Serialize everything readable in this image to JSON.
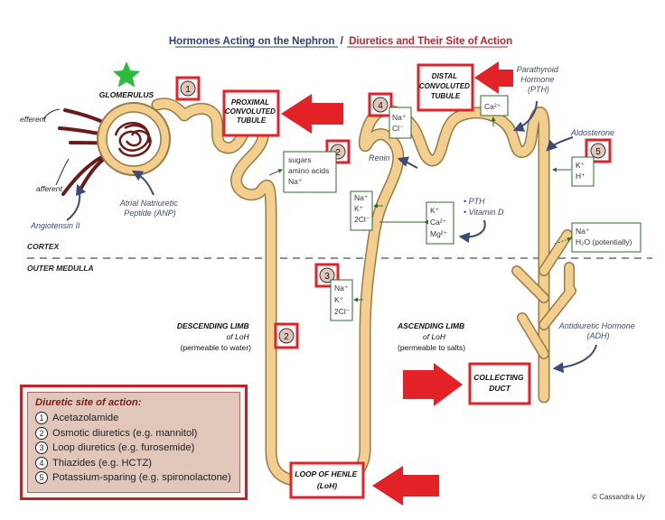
{
  "title": {
    "part1": "Hormones Acting on the Nephron",
    "separator": "/",
    "part2": "Diuretics and Their Site of Action"
  },
  "labels": {
    "glomerulus": "GLOMERULUS",
    "pct": [
      "PROXIMAL",
      "CONVOLUTED",
      "TUBULE"
    ],
    "dct": [
      "DISTAL",
      "CONVOLUTED",
      "TUBULE"
    ],
    "collecting": [
      "COLLECTING",
      "DUCT"
    ],
    "loop": [
      "LOOP OF HENLE",
      "(LoH)"
    ],
    "descending": [
      "DESCENDING LIMB",
      "of LoH",
      "(permeable to water)"
    ],
    "ascending": [
      "ASCENDING LIMB",
      "of LoH",
      "(permeable to salts)"
    ],
    "cortex": "CORTEX",
    "outer_medulla": "OUTER MEDULLA",
    "efferent": "efferent",
    "afferent": "afferent"
  },
  "hormones": {
    "angiotensin": "Angiotensin II",
    "anp": [
      "Atrial Natriuretic",
      "Peptide (ANP)"
    ],
    "renin": "Renin",
    "pth": [
      "Parathyroid",
      "Hormone",
      "(PTH)"
    ],
    "aldosterone": "Aldosterone",
    "adh": [
      "Antidiuretic Hormone",
      "(ADH)"
    ],
    "pth_vitd": [
      "• PTH",
      "• Vitamin D"
    ]
  },
  "ion_boxes": {
    "pct": [
      "sugars",
      "amino acids",
      "Na⁺"
    ],
    "ascending_thick": [
      "Na⁺",
      "K⁺",
      "2Cl⁻"
    ],
    "ascending_medulla": [
      "Na⁺",
      "K⁺",
      "2Cl⁻"
    ],
    "ca_mg": [
      "K⁺",
      "Ca²⁺",
      "Mg²⁺"
    ],
    "dct_na": [
      "Na⁺",
      "Cl⁻"
    ],
    "dct_ca": [
      "Ca²⁺"
    ],
    "collect_kh": [
      "K⁺",
      "H⁺"
    ],
    "collect_na": [
      "Na⁺",
      "H₂O (potentially)"
    ]
  },
  "site_markers": [
    "1",
    "2",
    "2",
    "3",
    "4",
    "5"
  ],
  "legend": {
    "title": "Diuretic site of action:",
    "items": [
      {
        "num": "1",
        "label": "Acetazolamide"
      },
      {
        "num": "2",
        "label": "Osmotic diuretics (e.g. mannitol)"
      },
      {
        "num": "3",
        "label": "Loop diuretics (e.g. furosemide)"
      },
      {
        "num": "4",
        "label": "Thiazides (e.g. HCTZ)"
      },
      {
        "num": "5",
        "label": "Potassium-sparing (e.g. spironolactone)"
      }
    ]
  },
  "credit": "© Cassandra Uy",
  "colors": {
    "tubule": "#f2cf8e",
    "tubule_stroke": "#9b7a45",
    "vessel": "#6b1a1a",
    "red": "#e32227",
    "box_green": "#2e6b2e",
    "hormone_text": "#3b4a78",
    "star": "#2dbb3e"
  }
}
